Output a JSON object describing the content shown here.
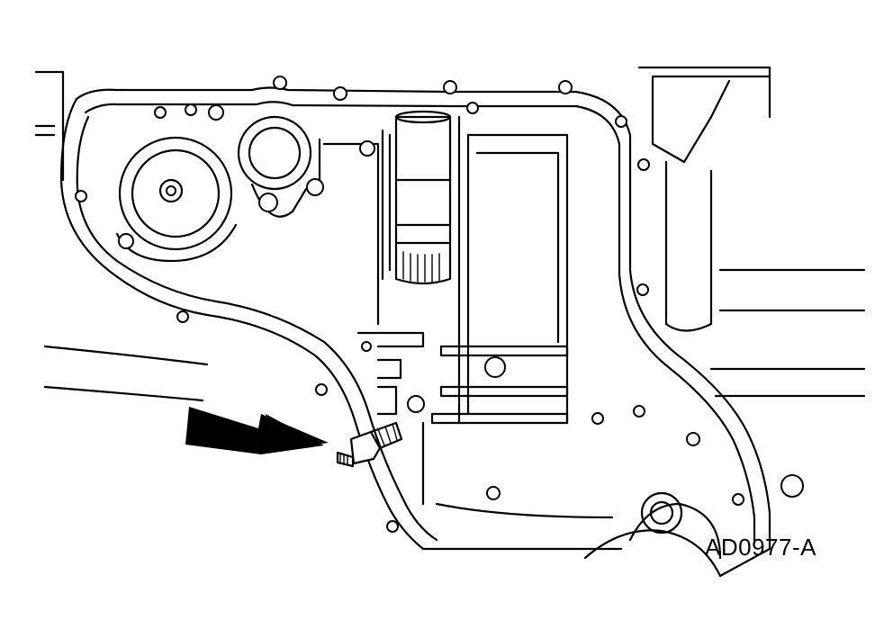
{
  "figure": {
    "id_label": "AD0977-A",
    "callouts": [
      {
        "name": "arrow-1",
        "points_to": "oil-pressure-sender"
      },
      {
        "name": "arrow-2",
        "points_to": "oil-pressure-sender"
      }
    ],
    "colors": {
      "line": "#000000",
      "background": "#ffffff"
    }
  }
}
